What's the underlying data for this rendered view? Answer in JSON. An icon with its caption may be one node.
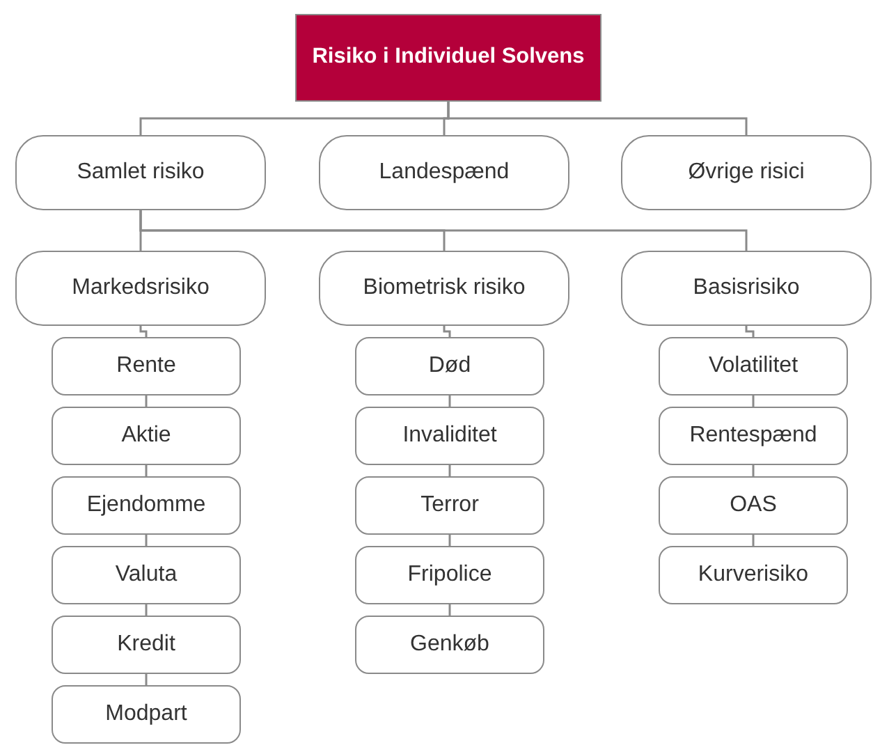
{
  "diagram": {
    "nodes": [
      {
        "text": [
          "Risiko i Individuel Solvens"
        ]
      },
      {
        "text": [
          "Samlet risiko"
        ]
      },
      {
        "text": [
          "Landespænd"
        ]
      },
      {
        "text": [
          "Øvrige risici"
        ]
      },
      {
        "text": [
          "Markedsrisiko"
        ]
      },
      {
        "text": [
          "Biometrisk risiko"
        ]
      },
      {
        "text": [
          "Basisrisiko"
        ]
      },
      {
        "text": [
          "Rente"
        ]
      },
      {
        "text": [
          "Aktie"
        ]
      },
      {
        "text": [
          "Ejendomme"
        ]
      },
      {
        "text": [
          "Valuta"
        ]
      },
      {
        "text": [
          "Kredit"
        ]
      },
      {
        "text": [
          "Modpart"
        ]
      },
      {
        "text": [
          "Død"
        ]
      },
      {
        "text": [
          "Invaliditet"
        ]
      },
      {
        "text": [
          "Terror"
        ]
      },
      {
        "text": [
          "Fripolice"
        ]
      },
      {
        "text": [
          "Genkøb"
        ]
      },
      {
        "text": [
          "Volatilitet"
        ]
      },
      {
        "text": [
          "Rentespænd"
        ]
      },
      {
        "text": [
          "OAS"
        ]
      },
      {
        "text": [
          "Kurverisiko"
        ]
      }
    ],
    "edges": [
      {
        "from": 0,
        "to": 1,
        "arrow": "none"
      },
      {
        "from": 0,
        "to": 2,
        "arrow": "none"
      },
      {
        "from": 0,
        "to": 3,
        "arrow": "none"
      },
      {
        "from": 1,
        "to": 4,
        "arrow": "none"
      },
      {
        "from": 1,
        "to": 5,
        "arrow": "none"
      },
      {
        "from": 1,
        "to": 6,
        "arrow": "none"
      },
      {
        "from": 4,
        "to": 7,
        "arrow": "none"
      },
      {
        "from": 7,
        "to": 8,
        "arrow": "none"
      },
      {
        "from": 8,
        "to": 9,
        "arrow": "none"
      },
      {
        "from": 9,
        "to": 10,
        "arrow": "none"
      },
      {
        "from": 10,
        "to": 11,
        "arrow": "none"
      },
      {
        "from": 11,
        "to": 12,
        "arrow": "none"
      },
      {
        "from": 5,
        "to": 13,
        "arrow": "none"
      },
      {
        "from": 13,
        "to": 14,
        "arrow": "none"
      },
      {
        "from": 14,
        "to": 15,
        "arrow": "none"
      },
      {
        "from": 15,
        "to": 16,
        "arrow": "none"
      },
      {
        "from": 16,
        "to": 17,
        "arrow": "none"
      },
      {
        "from": 6,
        "to": 18,
        "arrow": "none"
      },
      {
        "from": 18,
        "to": 19,
        "arrow": "none"
      },
      {
        "from": 19,
        "to": 20,
        "arrow": "none"
      },
      {
        "from": 20,
        "to": 21,
        "arrow": "none"
      }
    ]
  }
}
